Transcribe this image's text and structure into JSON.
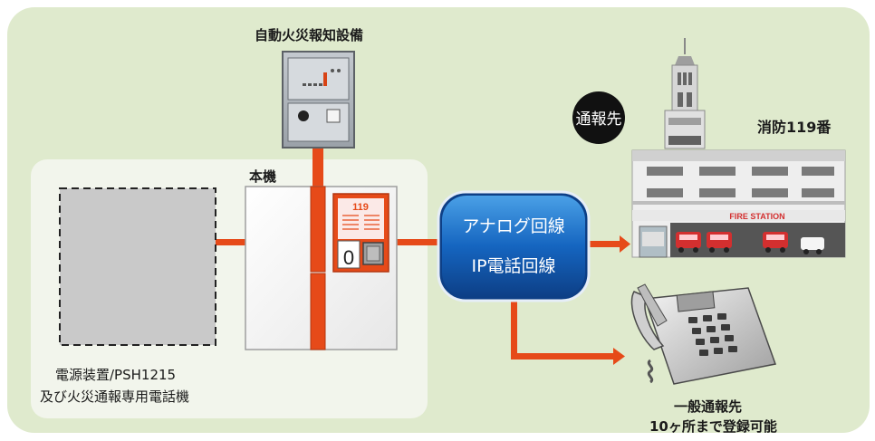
{
  "alarm_label": "自動火災報知設備",
  "main_unit_label": "本機",
  "badge_text": "通報先",
  "fire_station_label": "消防119番",
  "line_label_1": "アナログ回線",
  "line_label_2": "IP電話回線",
  "power_label_1": "電源装置/PSH1215",
  "power_label_2": "及び火災通報専用電話機",
  "general_label_1": "一般通報先",
  "general_label_2": "10ヶ所まで登録可能",
  "panel_number": "119",
  "panel_digit": "0",
  "building_sign": "FIRE STATION",
  "colors": {
    "accent": "#e64a19",
    "line_box": "#1565c0",
    "background": "#dfeacd"
  }
}
